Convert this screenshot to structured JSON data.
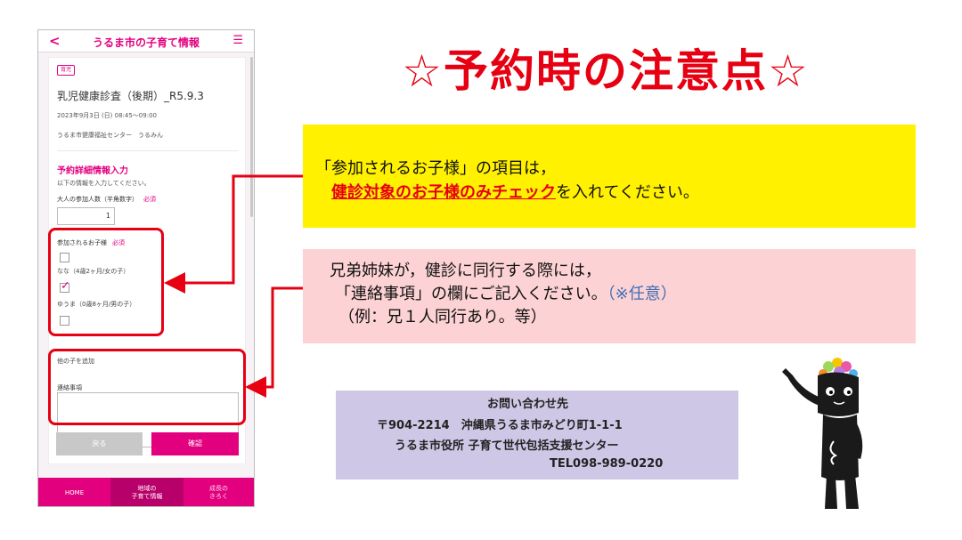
{
  "phone": {
    "header": {
      "title": "うるま市の子育て情報",
      "back_icon": "chevron-left",
      "menu_icon": "hamburger"
    },
    "badge": "育児",
    "event_title": "乳児健康診査（後期）_R5.9.3",
    "event_date": "2023年9月3日 (日) 08:45～09:00",
    "event_place": "うるま市健康福祉センター　うるみん",
    "section_title": "予約詳細情報入力",
    "section_desc": "以下の情報を入力してください。",
    "adults_label": "大人の参加人数（半角数字）",
    "required": "必須",
    "adults_value": "1",
    "children_label": "参加されるお子様",
    "children": [
      {
        "name": "なな（4歳2ヶ月/女の子）",
        "checked": false
      },
      {
        "name": "ゆうま（0歳8ヶ月/男の子）",
        "checked": true
      }
    ],
    "add_child": "他の子を追加",
    "contact_label": "連絡事項",
    "back_button": "戻る",
    "confirm_button": "確認",
    "tabs": [
      {
        "label": "HOME"
      },
      {
        "line1": "地域の",
        "line2": "子育て情報"
      },
      {
        "line1": "成長の",
        "line2": "きろく"
      }
    ]
  },
  "main_title": "☆予約時の注意点☆",
  "yellow_box": {
    "line1": "「参加されるお子様」の項目は，",
    "emphasis": "健診対象のお子様のみチェック",
    "line2_rest": "を入れてください。"
  },
  "pink_box": {
    "line1": "兄弟姉妹が，健診に同行する際には，",
    "line2": "「連絡事項」の欄にご記入ください。",
    "optional": "（※任意）",
    "line3": "（例：兄１人同行あり。等）"
  },
  "info_box": {
    "title": "お問い合わせ先",
    "address": "〒904-2214　沖縄県うるま市みどり町1-1-1",
    "office": "うるま市役所  子育て世代包括支援センター",
    "tel": "TEL098-989-0220"
  },
  "colors": {
    "accent": "#e3007f",
    "alert_red": "#e60012",
    "yellow": "#fff100",
    "pink": "#fcd2d4",
    "lavender": "#cfc7e6"
  }
}
